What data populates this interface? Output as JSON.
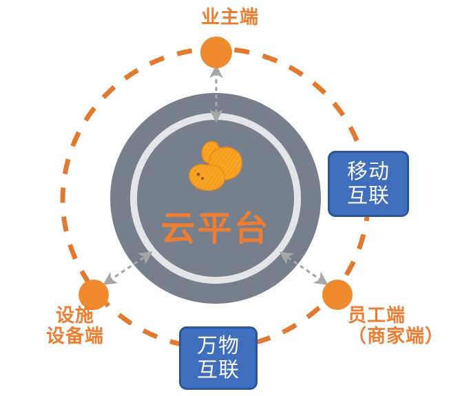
{
  "diagram": {
    "title_center": "云平台",
    "center_logo_icon": "cloud-bee-logo-icon",
    "colors": {
      "orange": "#ED7D31",
      "orange_node": "#F08A2E",
      "gray_disk": "#777F8C",
      "gray_ring": "#E4E5E7",
      "blue_box_fill": "#3F6EBD",
      "blue_box_border": "#2A5599",
      "arrow_gray": "#A6A6A6",
      "background": "#FFFFFF"
    },
    "center": {
      "label": "云平台",
      "disk_name": "cloud-platform-disk",
      "ring_name": "cloud-platform-ring"
    },
    "nodes": [
      {
        "id": "owner",
        "label": "业主端",
        "position": "top",
        "node_icon": "orange-node-dot"
      },
      {
        "id": "facility",
        "label": "设施\n设备端",
        "position": "bottom-left",
        "node_icon": "orange-node-dot"
      },
      {
        "id": "staff",
        "label": "员工端\n（商家端）",
        "position": "bottom-right",
        "node_icon": "orange-node-dot"
      }
    ],
    "tags": [
      {
        "id": "mobile",
        "label": "移动\n互联",
        "position": "right"
      },
      {
        "id": "iot",
        "label": "万物\n互联",
        "position": "bottom"
      }
    ],
    "connectors": {
      "orbit_name": "dashed-orange-orbit",
      "arrow_style": "double-headed-dashed-gray",
      "count": 3
    }
  }
}
